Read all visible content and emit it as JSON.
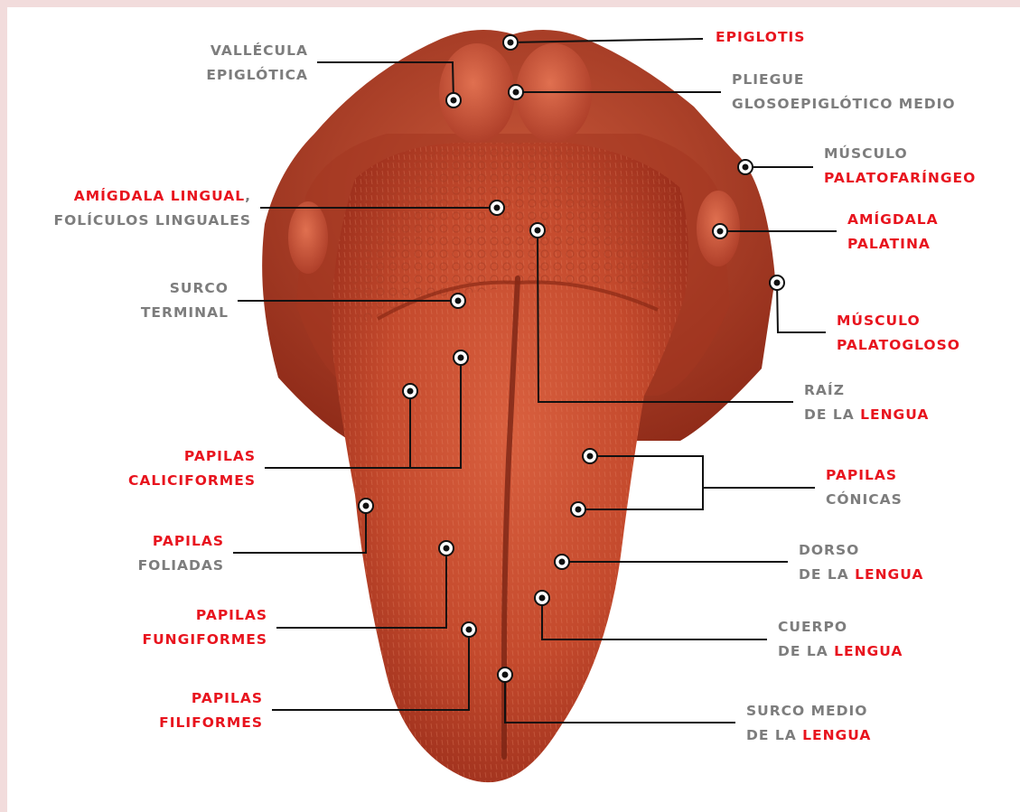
{
  "colors": {
    "accent_red": "#e8141e",
    "label_grey": "#7d7d7d",
    "leader_line": "#111111",
    "page_border": "#f2dcdc",
    "tongue": "#c8482c"
  },
  "labels": {
    "epiglotis": {
      "lines": [
        [
          {
            "t": "EPIGLOTIS",
            "c": "red"
          }
        ]
      ]
    },
    "valecula": {
      "lines": [
        [
          {
            "t": "VALLÉCULA",
            "c": "grey"
          }
        ],
        [
          {
            "t": "EPIGLÓTICA",
            "c": "grey"
          }
        ]
      ]
    },
    "pliegue": {
      "lines": [
        [
          {
            "t": "PLIEGUE",
            "c": "grey"
          }
        ],
        [
          {
            "t": "GLOSOEPIGLÓTICO MEDIO",
            "c": "grey"
          }
        ]
      ]
    },
    "musculo_palatofaringeo": {
      "lines": [
        [
          {
            "t": "MÚSCULO",
            "c": "grey"
          }
        ],
        [
          {
            "t": "PALATOFARÍNGEO",
            "c": "red"
          }
        ]
      ]
    },
    "amigdala_lingual": {
      "lines": [
        [
          {
            "t": "AMÍGDALA LINGUAL",
            "c": "red"
          },
          {
            "t": ",",
            "c": "grey"
          }
        ],
        [
          {
            "t": "FOLÍCULOS LINGUALES",
            "c": "grey"
          }
        ]
      ]
    },
    "amigdala_palatina": {
      "lines": [
        [
          {
            "t": "AMÍGDALA",
            "c": "red"
          }
        ],
        [
          {
            "t": "PALATINA",
            "c": "red"
          }
        ]
      ]
    },
    "surco_terminal": {
      "lines": [
        [
          {
            "t": "SURCO",
            "c": "grey"
          }
        ],
        [
          {
            "t": "TERMINAL",
            "c": "grey"
          }
        ]
      ]
    },
    "musculo_palatogloso": {
      "lines": [
        [
          {
            "t": "MÚSCULO",
            "c": "red"
          }
        ],
        [
          {
            "t": "PALATOGLOSO",
            "c": "red"
          }
        ]
      ]
    },
    "raiz_lengua": {
      "lines": [
        [
          {
            "t": "RAÍZ",
            "c": "grey"
          }
        ],
        [
          {
            "t": "DE LA ",
            "c": "grey"
          },
          {
            "t": "LENGUA",
            "c": "red"
          }
        ]
      ]
    },
    "papilas_caliciformes": {
      "lines": [
        [
          {
            "t": "PAPILAS",
            "c": "red"
          }
        ],
        [
          {
            "t": "CALICIFORMES",
            "c": "red"
          }
        ]
      ]
    },
    "papilas_conicas": {
      "lines": [
        [
          {
            "t": "PAPILAS",
            "c": "red"
          }
        ],
        [
          {
            "t": "CÓNICAS",
            "c": "grey"
          }
        ]
      ]
    },
    "papilas_foliadas": {
      "lines": [
        [
          {
            "t": "PAPILAS",
            "c": "red"
          }
        ],
        [
          {
            "t": "FOLIADAS",
            "c": "grey"
          }
        ]
      ]
    },
    "dorso_lengua": {
      "lines": [
        [
          {
            "t": "DORSO",
            "c": "grey"
          }
        ],
        [
          {
            "t": "DE LA ",
            "c": "grey"
          },
          {
            "t": "LENGUA",
            "c": "red"
          }
        ]
      ]
    },
    "papilas_fungiformes": {
      "lines": [
        [
          {
            "t": "PAPILAS",
            "c": "red"
          }
        ],
        [
          {
            "t": "FUNGIFORMES",
            "c": "red"
          }
        ]
      ]
    },
    "cuerpo_lengua": {
      "lines": [
        [
          {
            "t": "CUERPO",
            "c": "grey"
          }
        ],
        [
          {
            "t": "DE LA ",
            "c": "grey"
          },
          {
            "t": "LENGUA",
            "c": "red"
          }
        ]
      ]
    },
    "papilas_filiformes": {
      "lines": [
        [
          {
            "t": "PAPILAS",
            "c": "red"
          }
        ],
        [
          {
            "t": "FILIFORMES",
            "c": "red"
          }
        ]
      ]
    },
    "surco_medio": {
      "lines": [
        [
          {
            "t": "SURCO MEDIO",
            "c": "grey"
          }
        ],
        [
          {
            "t": "DE LA ",
            "c": "grey"
          },
          {
            "t": "LENGUA",
            "c": "red"
          }
        ]
      ]
    }
  }
}
